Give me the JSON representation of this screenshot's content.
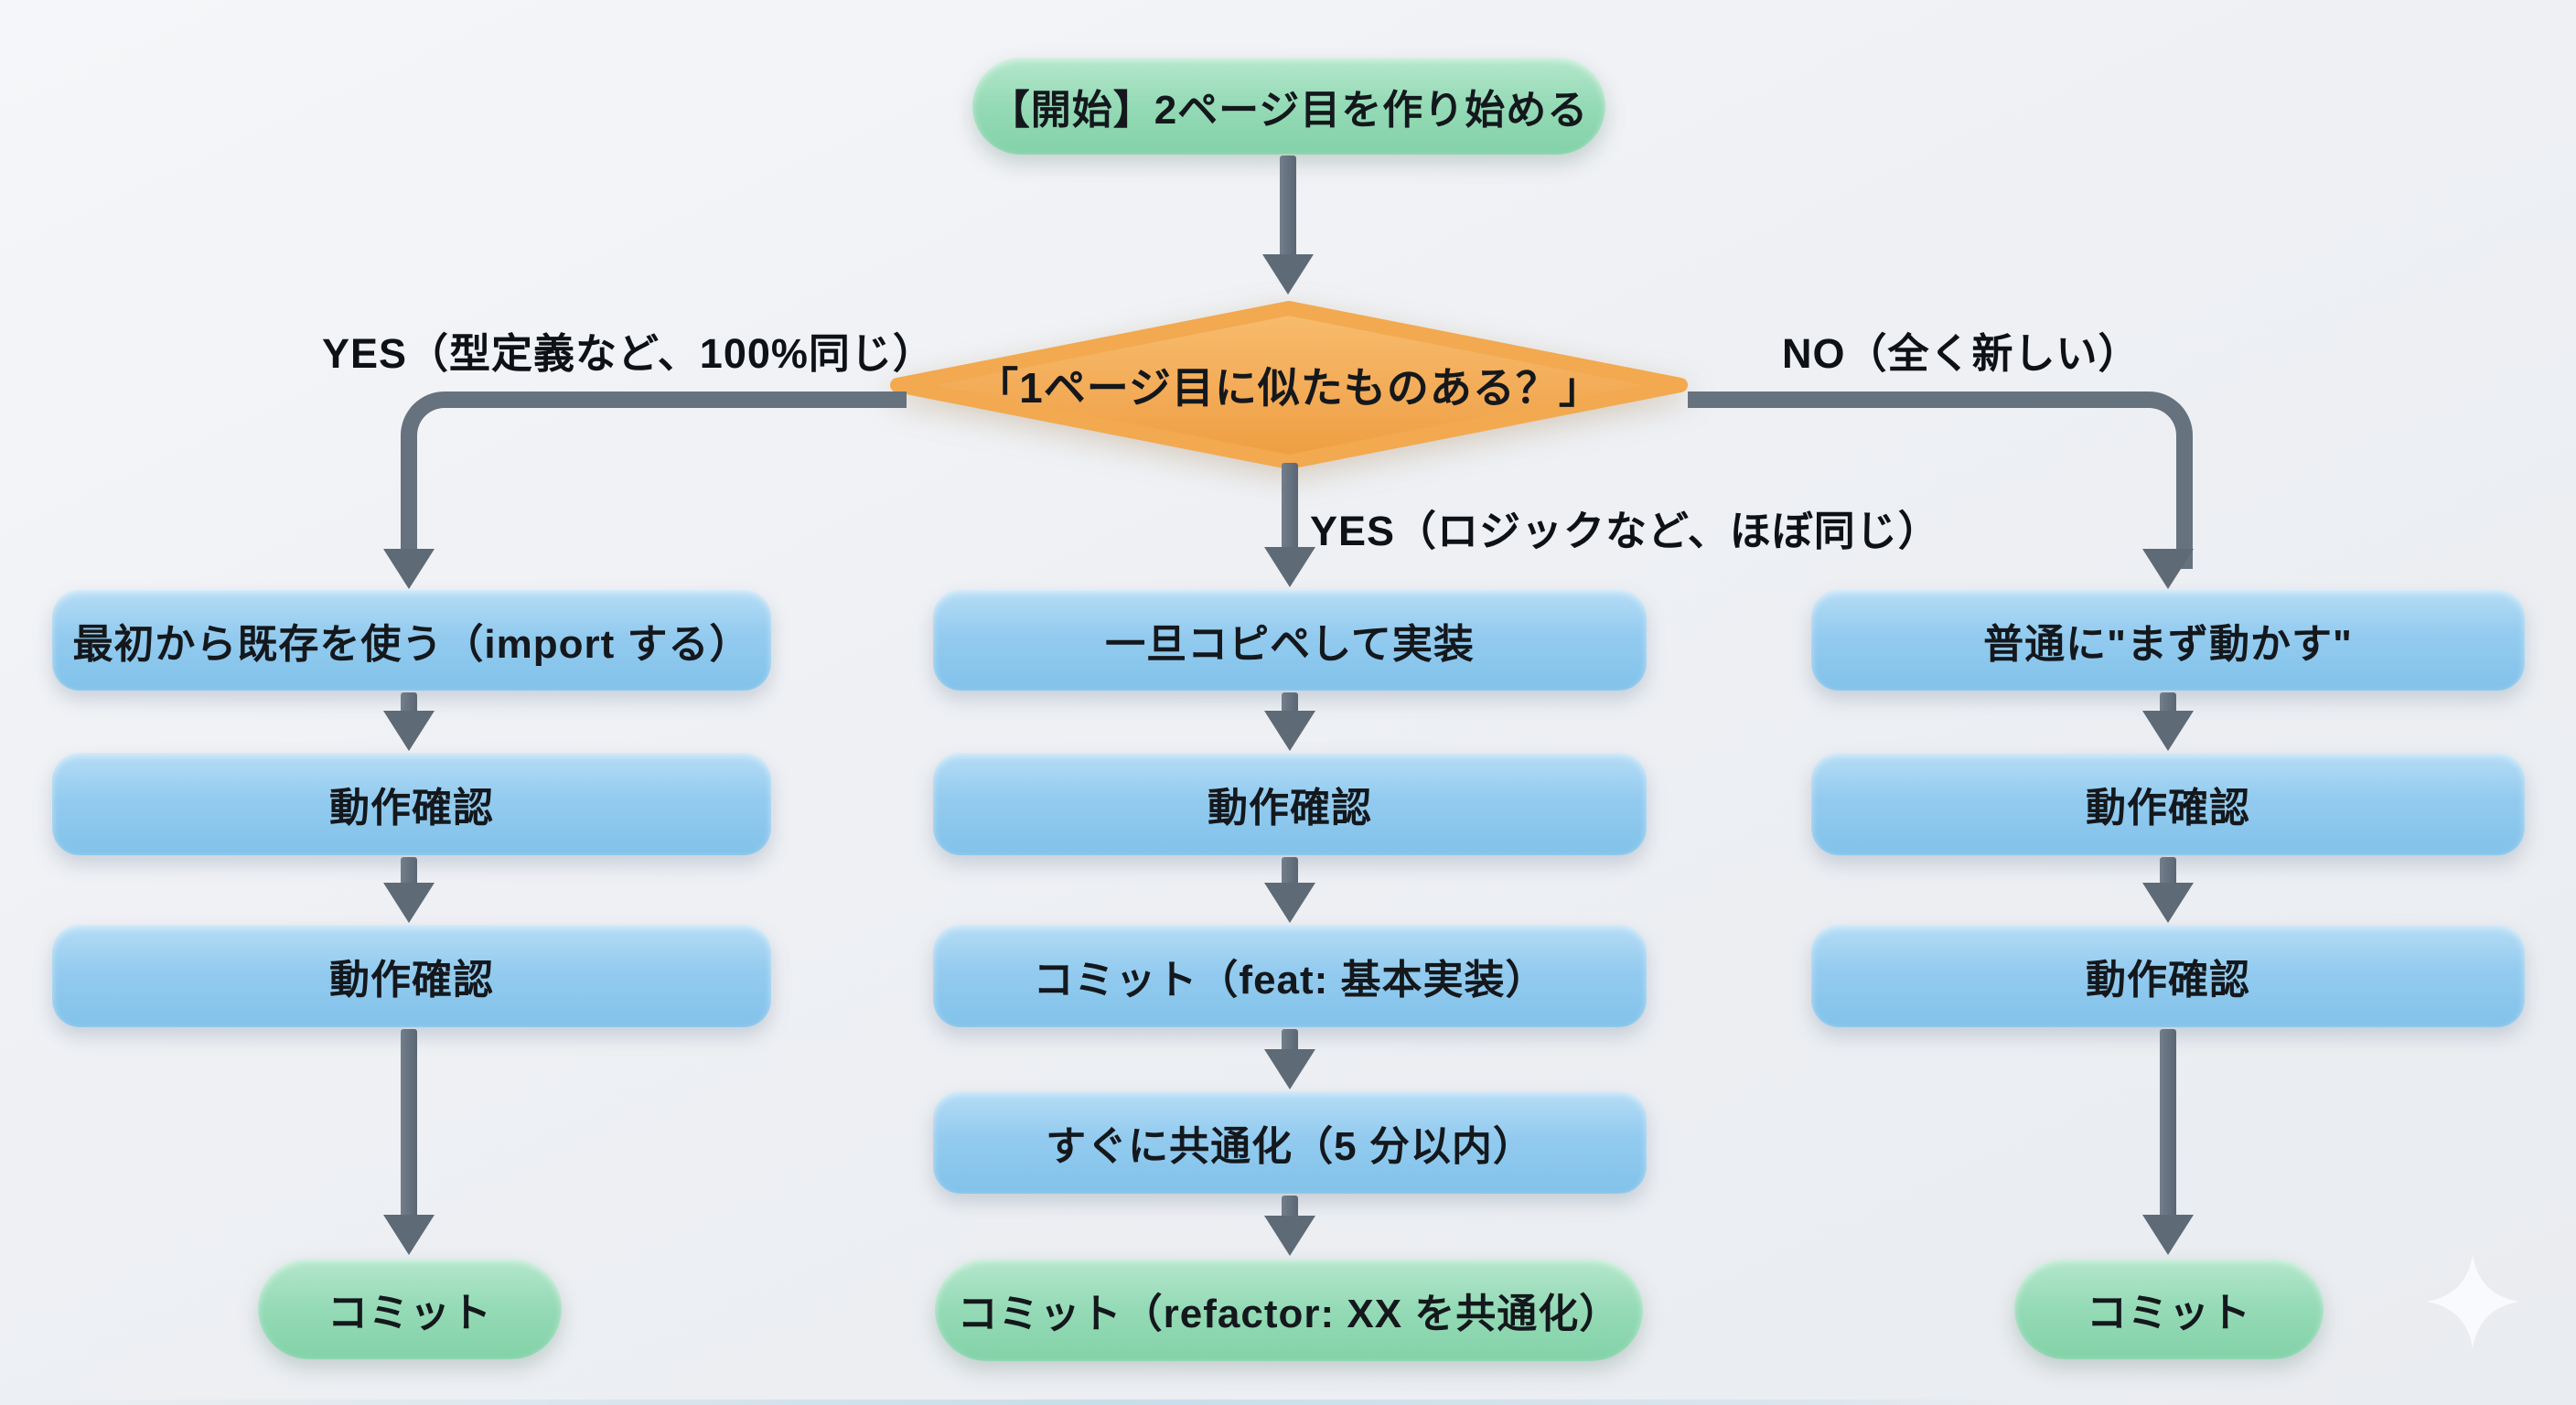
{
  "flow": {
    "start": {
      "label": "【開始】2ページ目を作り始める"
    },
    "decision": {
      "label": "「1ページ目に似たものある？」"
    },
    "branches": {
      "left": {
        "label": "YES（型定義など、100%同じ）"
      },
      "middle": {
        "label": "YES（ロジックなど、ほぼ同じ）"
      },
      "right": {
        "label": "NO（全く新しい）"
      }
    },
    "columns": {
      "left": {
        "steps": [
          "最初から既存を使う（import する）",
          "動作確認",
          "動作確認"
        ],
        "end": "コミット"
      },
      "middle": {
        "steps": [
          "一旦コピペして実装",
          "動作確認",
          "コミット（feat: 基本実装）",
          "すぐに共通化（5 分以内）"
        ],
        "end": "コミット（refactor: XX を共通化）"
      },
      "right": {
        "steps": [
          "普通に\"まず動かす\"",
          "動作確認",
          "動作確認"
        ],
        "end": "コミット"
      }
    },
    "colors": {
      "terminal_green": "#93d9b4",
      "process_blue": "#8fc9ee",
      "decision_orange": "#f3ab57",
      "connector_gray": "#5f6b77",
      "background": "#eef0f4",
      "text": "#14181c",
      "sparkle_white": "#fafbfe"
    },
    "icons": {
      "sparkle": "four-point-sparkle"
    }
  }
}
